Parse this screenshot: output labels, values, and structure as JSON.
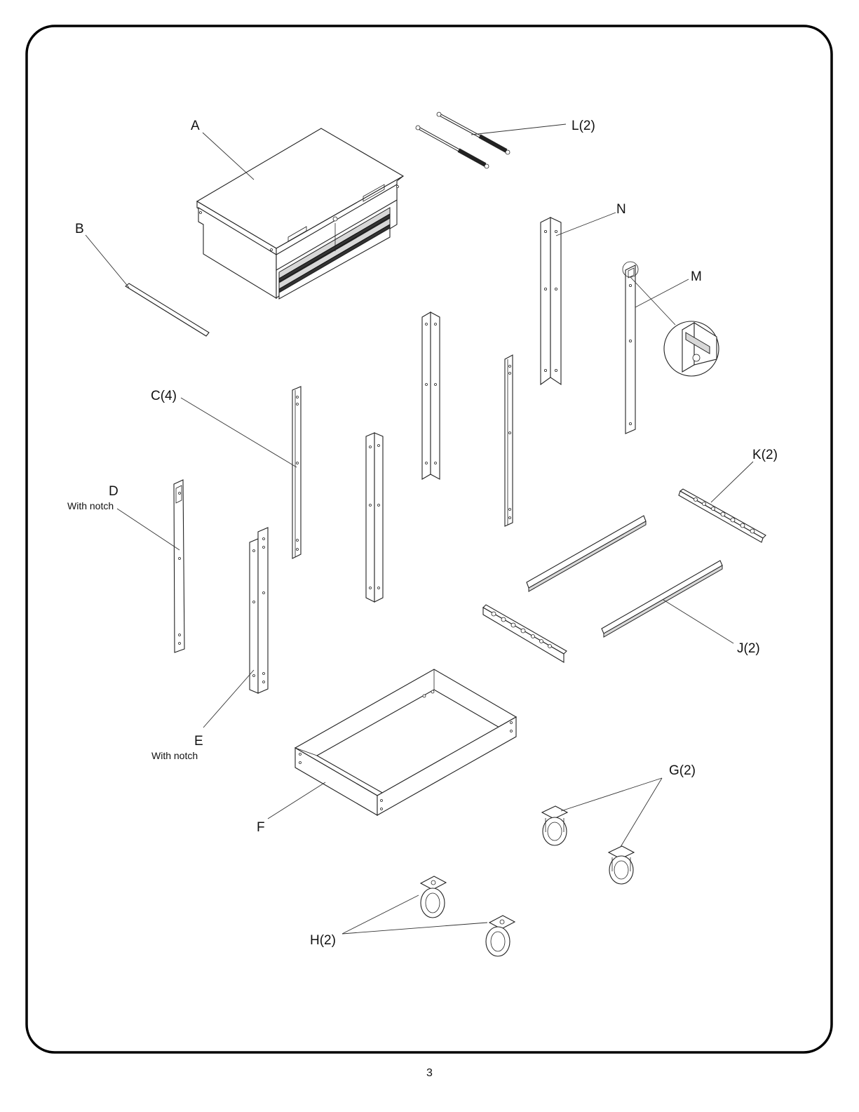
{
  "parts": {
    "a": "A",
    "b": "B",
    "c": "C(4)",
    "d": "D",
    "d_note": "With notch",
    "e": "E",
    "e_note": "With notch",
    "f": "F",
    "g": "G(2)",
    "h": "H(2)",
    "j": "J(2)",
    "k": "K(2)",
    "l": "L(2)",
    "m": "M",
    "n": "N"
  },
  "page_number": "3"
}
